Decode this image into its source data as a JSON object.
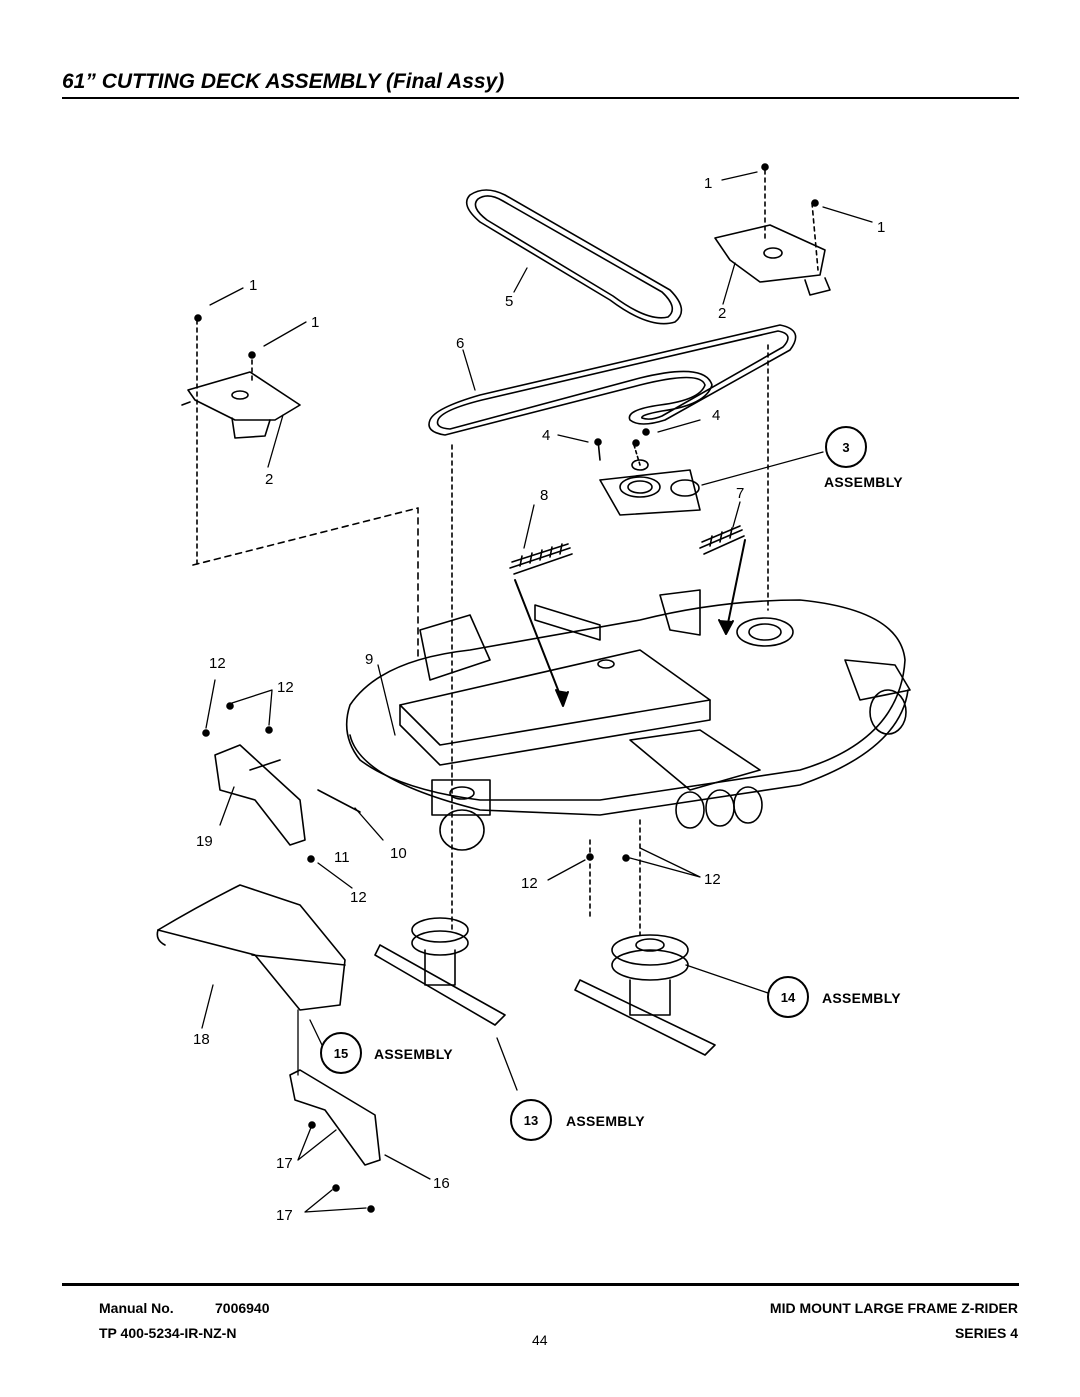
{
  "header": {
    "title": "61” CUTTING DECK ASSEMBLY (Final Assy)"
  },
  "callouts": {
    "c1_top": "1",
    "c1_top_right": "1",
    "c1_left_a": "1",
    "c1_left_b": "1",
    "c2_left": "2",
    "c2_right": "2",
    "c4_left": "4",
    "c4_right": "4",
    "c5": "5",
    "c6": "6",
    "c7": "7",
    "c8": "8",
    "c9": "9",
    "c10": "10",
    "c11": "11",
    "c12_a": "12",
    "c12_b": "12",
    "c12_c": "12",
    "c12_d": "12",
    "c12_e": "12",
    "c16": "16",
    "c17_a": "17",
    "c17_b": "17",
    "c18": "18",
    "c19": "19"
  },
  "assemblies": [
    {
      "number": "3",
      "label": "ASSEMBLY"
    },
    {
      "number": "14",
      "label": "ASSEMBLY"
    },
    {
      "number": "15",
      "label": "ASSEMBLY"
    },
    {
      "number": "13",
      "label": "ASSEMBLY"
    }
  ],
  "footer": {
    "manual_label": "Manual No.",
    "manual_number": "7006940",
    "tp_code": "TP 400-5234-IR-NZ-N",
    "page_number": "44",
    "product_name": "MID MOUNT LARGE FRAME Z-RIDER",
    "series": "SERIES 4"
  }
}
